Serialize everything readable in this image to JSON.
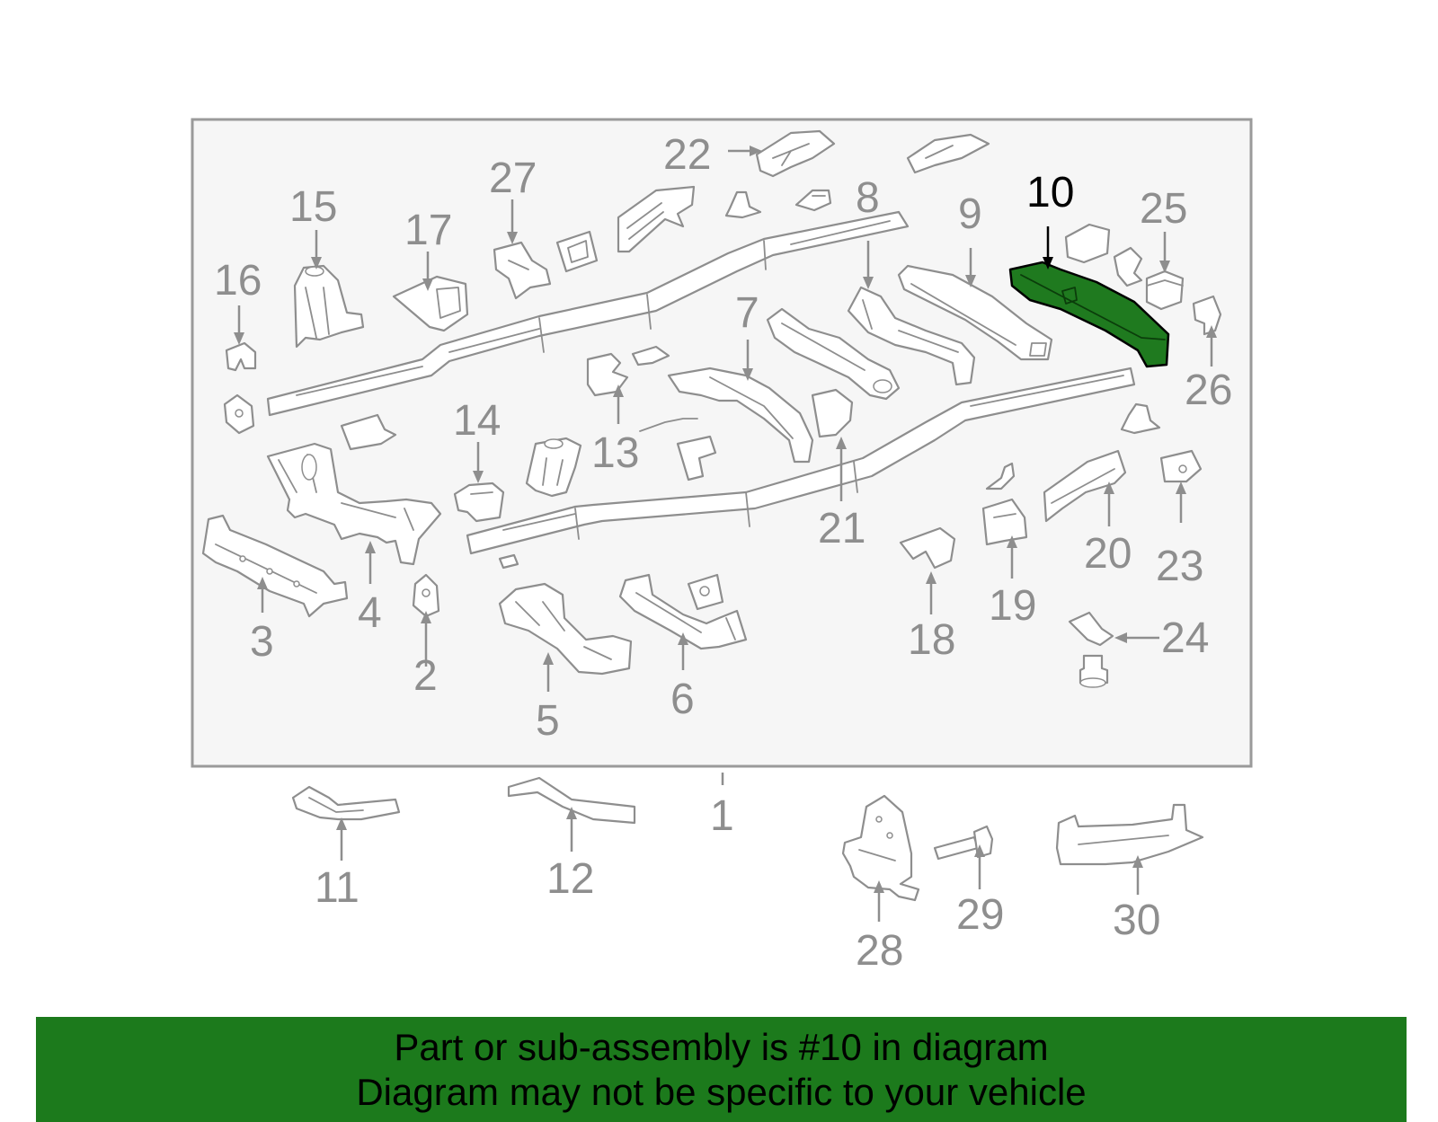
{
  "diagram": {
    "highlighted_part": "10",
    "highlight_color": "#1f7a1f",
    "callouts": [
      "1",
      "2",
      "3",
      "4",
      "5",
      "6",
      "7",
      "8",
      "9",
      "10",
      "11",
      "12",
      "13",
      "14",
      "15",
      "16",
      "17",
      "18",
      "19",
      "20",
      "21",
      "22",
      "23",
      "24",
      "25",
      "26",
      "27",
      "28",
      "29",
      "30"
    ]
  },
  "banner": {
    "line1": "Part or sub-assembly is #10 in diagram",
    "line2": "Diagram may not be specific to your vehicle",
    "color": "#1c7a1c"
  }
}
